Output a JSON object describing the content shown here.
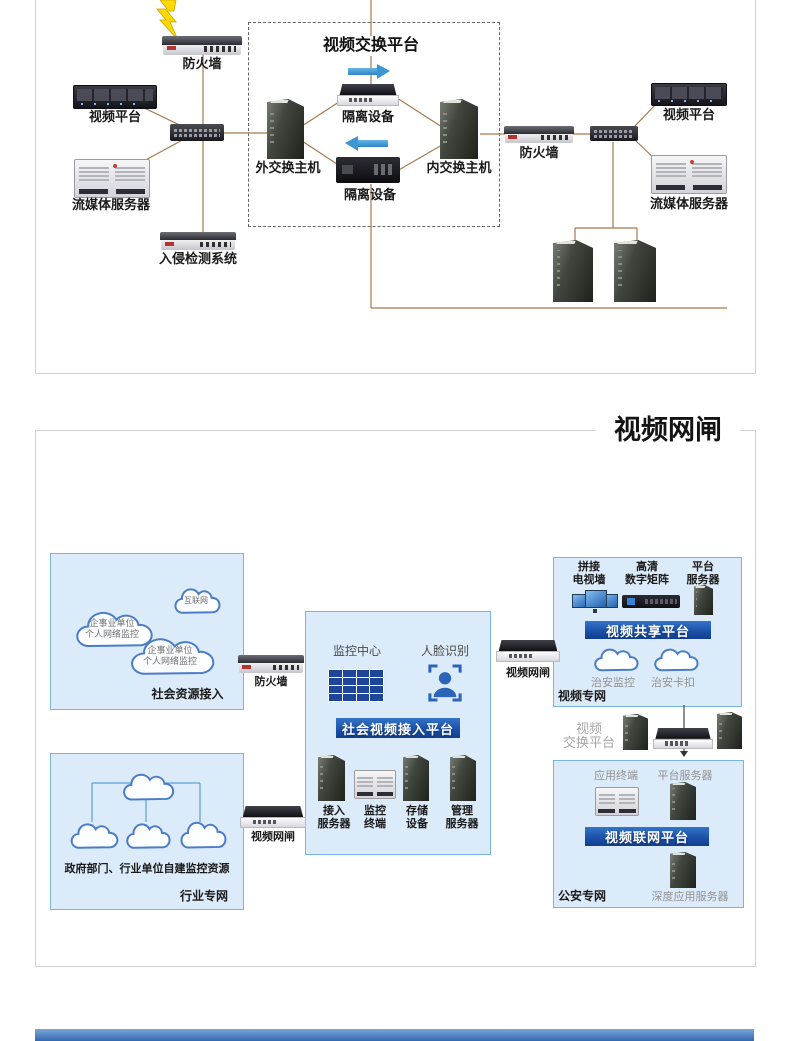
{
  "colors": {
    "connection_line": "#a5794f",
    "arrow_blue": "#3b97d3",
    "banner_blue": "#1a4fa6",
    "box_fill": "#dcebf9",
    "box_border": "#79b5e2",
    "cloud_stroke": "#4a7cc8",
    "videowall_blue": "#1d4699",
    "bolt_yellow": "#ffd900"
  },
  "panel1": {
    "title": "视频交换平台",
    "firewall_left": "防火墙",
    "video_platform_left": "视频平台",
    "media_server_left": "流媒体服务器",
    "intrusion_detection": "入侵检测系统",
    "outer_switch_host": "外交换主机",
    "isolation_device_top": "隔离设备",
    "isolation_device_bottom": "隔离设备",
    "inner_switch_host": "内交换主机",
    "firewall_right": "防火墙",
    "video_platform_right": "视频平台",
    "media_server_right": "流媒体服务器"
  },
  "panel2": {
    "title": "视频网闸",
    "social_box": {
      "cloud_internet": "互联网",
      "cloud_org1": "企事业单位\n个人网络监控",
      "cloud_org2": "企事业单位\n个人网络监控",
      "label": "社会资源接入"
    },
    "firewall": "防火墙",
    "industry_box": {
      "caption": "政府部门、行业单位自建监控资源",
      "label": "行业专网"
    },
    "gate_left": "视频网闸",
    "center_box": {
      "monitor_center": "监控中心",
      "face_recognition": "人脸识别",
      "banner": "社会视频接入平台",
      "dev1": "接入\n服务器",
      "dev2": "监控\n终端",
      "dev3": "存储\n设备",
      "dev4": "管理\n服务器"
    },
    "gate_right": "视频网闸",
    "share_box": {
      "item1": "拼接\n电视墙",
      "item2": "高清\n数字矩阵",
      "item3": "平台\n服务器",
      "banner": "视频共享平台",
      "cloud1": "治安监控",
      "cloud2": "治安卡扣",
      "label": "视频专网"
    },
    "exchange_platform": "视频\n交换平台",
    "police_box": {
      "app_terminal": "应用终端",
      "platform_server": "平台服务器",
      "banner": "视频联网平台",
      "deep_server": "深度应用服务器",
      "label": "公安专网"
    }
  }
}
